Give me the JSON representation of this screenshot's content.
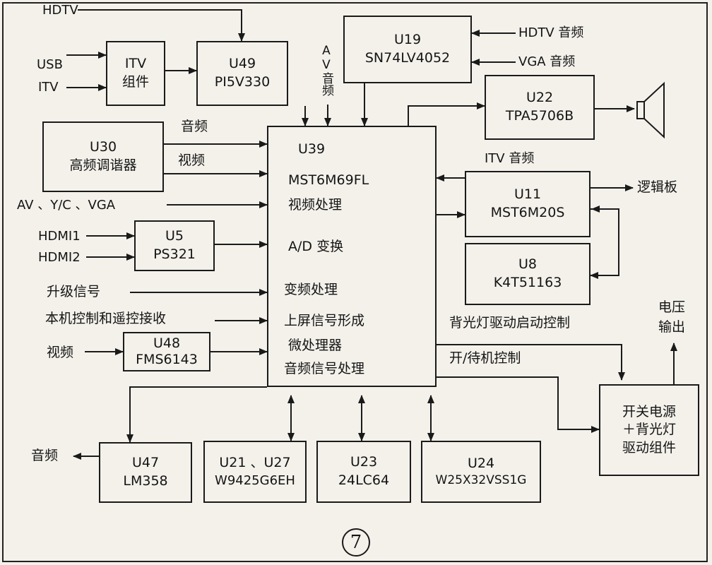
{
  "inputs": {
    "hdtv": "HDTV",
    "usb": "USB",
    "itv": "ITV",
    "audio_u30": "音频",
    "video_u30": "视频",
    "av_yc_vga": "AV 、Y/C 、VGA",
    "hdmi1": "HDMI1",
    "hdmi2": "HDMI2",
    "upgrade": "升级信号",
    "local_ctrl": "本机控制和遥控接收",
    "video_u48": "视频",
    "av_audio": "AV音频",
    "hdtv_audio": "HDTV 音频",
    "vga_audio": "VGA  音频",
    "itv_audio": "ITV 音频"
  },
  "outputs": {
    "logic_board": "逻辑板",
    "audio_out": "音频",
    "voltage_out_1": "电压",
    "voltage_out_2": "输出",
    "backlight_ctrl": "背光灯驱动启动控制",
    "standby_ctrl": "开/待机控制"
  },
  "blocks": {
    "itv_module": {
      "line1": "ITV",
      "line2": "组件"
    },
    "u49": {
      "line1": "U49",
      "line2": "PI5V330"
    },
    "u30": {
      "line1": "U30",
      "line2": "高频调谐器"
    },
    "u19": {
      "line1": "U19",
      "line2": "SN74LV4052"
    },
    "u22": {
      "line1": "U22",
      "line2": "TPA5706B"
    },
    "u5": {
      "line1": "U5",
      "line2": "PS321"
    },
    "u48": {
      "line1": "U48",
      "line2": "FMS6143"
    },
    "u11": {
      "line1": "U11",
      "line2": "MST6M20S"
    },
    "u8": {
      "line1": "U8",
      "line2": "K4T51163"
    },
    "u39": {
      "line1": "U39",
      "line2": "MST6M69FL",
      "line3": "视频处理",
      "line4": "A/D  变换",
      "line5": "变频处理",
      "line6": "上屏信号形成",
      "line7": "微处理器",
      "line8": "音频信号处理"
    },
    "psu": {
      "line1": "开关电源",
      "line2": "＋背光灯",
      "line3": "驱动组件"
    },
    "u47": {
      "line1": "U47",
      "line2": "LM358"
    },
    "u21_27": {
      "line1": "U21 、U27",
      "line2": "W9425G6EH"
    },
    "u23": {
      "line1": "U23",
      "line2": "24LC64"
    },
    "u24": {
      "line1": "U24",
      "line2": "W25X32VSS1G"
    }
  },
  "figure_number": "7",
  "icons": {
    "speaker": "speaker-icon"
  }
}
